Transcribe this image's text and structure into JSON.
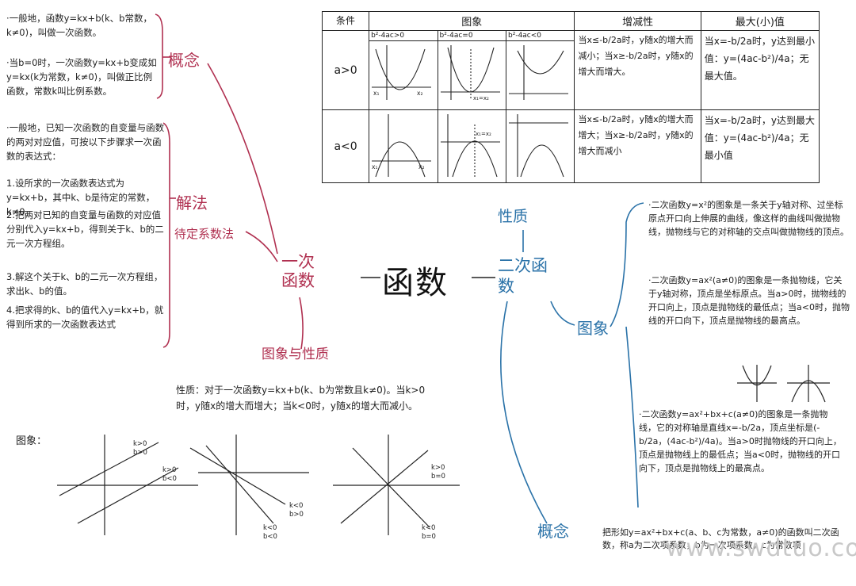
{
  "center": {
    "title": "函数"
  },
  "left_branch": {
    "node": "一次函数",
    "concept": {
      "label": "概念",
      "note1": "·一般地，函数y=kx+b(k、b常数，k≠0)，叫做一次函数。",
      "note2": "·当b=0时，一次函数y=kx+b变成如y=kx(k为常数，k≠0)，叫做正比例函数，常数k叫比例系数。"
    },
    "method": {
      "label": "解法",
      "sub_label": "待定系数法",
      "intro": "·一般地，已知一次函数的自变量与函数的两对对应值，可按以下步骤求一次函数的表达式：",
      "steps": [
        "1.设所求的一次函数表达式为y=kx+b，其中k、b是待定的常数，k≠0。",
        "2.把两对已知的自变量与函数的对应值分别代入y=kx+b，得到关于k、b的二元一次方程组。",
        "3.解这个关于k、b的二元一次方程组，求出k、b的值。",
        "4.把求得的k、b的值代入y=kx+b，就得到所求的一次函数表达式"
      ]
    },
    "graph_props": {
      "label": "图象与性质",
      "property_text": "性质：对于一次函数y=kx+b(k、b为常数且k≠0)。当k>0时，y随x的增大而增大；当k<0时，y随x的增大而减小。",
      "graph_label": "图象：",
      "graph_labels": {
        "g1a": "k>0",
        "g1b": "b>0",
        "g1c": "k>0",
        "g1d": "b<0",
        "g2a": "k<0",
        "g2b": "b>0",
        "g2c": "k<0",
        "g2d": "b<0",
        "g3a": "k>0",
        "g3b": "b=0",
        "g3c": "k<0",
        "g3d": "b=0"
      }
    }
  },
  "right_branch": {
    "node": "二次函数",
    "property": {
      "label": "性质"
    },
    "graph": {
      "label": "图象",
      "note1": "·二次函数y=x²的图象是一条关于y轴对称、过坐标原点开口向上伸展的曲线，像这样的曲线叫做抛物线，抛物线与它的对称轴的交点叫做抛物线的顶点。",
      "note2": "·二次函数y=ax²(a≠0)的图象是一条抛物线，它关于y轴对称，顶点是坐标原点。当a>0时，抛物线的开口向上，顶点是抛物线的最低点；当a<0时，抛物线的开口向下，顶点是抛物线的最高点。",
      "note3": "·二次函数y=ax²+bx+c(a≠0)的图象是一条抛物线，它的对称轴是直线x=-b/2a，顶点坐标是(-b/2a，(4ac-b²)/4a)。当a>0时抛物线的开口向上，顶点是抛物线上的最低点；当a<0时，抛物线的开口向下，顶点是抛物线上的最高点。"
    },
    "concept": {
      "label": "概念",
      "note": "把形如y=ax²+bx+c(a、b、c为常数，a≠0)的函数叫二次函数，称a为二次项系数，b为一次项系数，c为常数项"
    }
  },
  "table": {
    "headers": [
      "条件",
      "图象",
      "增减性",
      "最大(小)值"
    ],
    "disc_labels": [
      "b²-4ac>0",
      "b²-4ac=0",
      "b²-4ac<0"
    ],
    "rows": [
      {
        "condition": "a>0",
        "monotonic": "当x≤-b/2a时，y随x的增大而减小；当x≥-b/2a时，y随x的增大而增大。",
        "extreme": "当x=-b/2a时，y达到最小值：y=(4ac-b²)/4a；无最大值。",
        "graph_labels": {
          "r1": "x₁",
          "r2": "x₂",
          "v": "x₁=x₂"
        }
      },
      {
        "condition": "a<0",
        "monotonic": "当x≤-b/2a时，y随x的增大而增大；当x≥-b/2a时，y随x的增大而减小",
        "extreme": "当x=-b/2a时，y达到最大值：y=(4ac-b²)/4a；无最小值",
        "graph_labels": {
          "r1": "x₁",
          "r2": "x₂",
          "v": "x₁=x₂"
        }
      }
    ]
  },
  "watermark": "www.swdtuo.com",
  "colors": {
    "left": "#b03050",
    "right": "#2a72a8",
    "ink": "#222222"
  }
}
